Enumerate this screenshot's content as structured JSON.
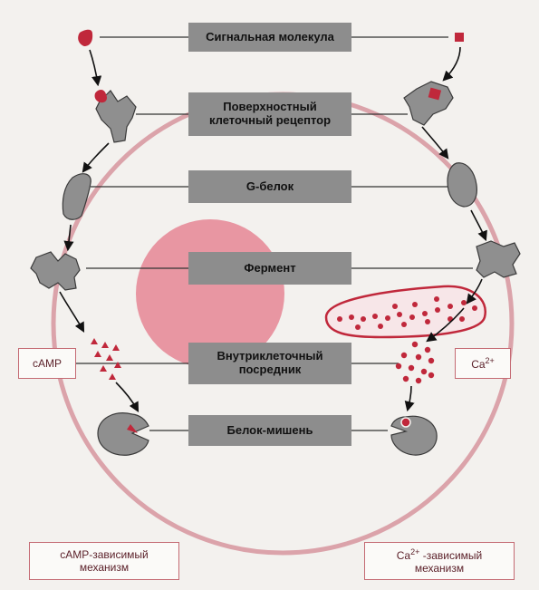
{
  "labels": {
    "signal_molecule": "Сигнальная молекула",
    "surface_receptor_line1": "Поверхностный",
    "surface_receptor_line2": "клеточный рецептор",
    "g_protein": "G-белок",
    "enzyme": "Фермент",
    "second_messenger_line1": "Внутриклеточный",
    "second_messenger_line2": "посредник",
    "target_protein": "Белок-мишень"
  },
  "side_labels": {
    "camp": "cAMP",
    "ca_base": "Ca",
    "ca_sup": "2+"
  },
  "mechanisms": {
    "camp_line1": "cAMP-зависимый",
    "camp_line2": "механизм",
    "ca_base": "Ca",
    "ca_sup": "2+",
    "ca_line1_rest": " -зависимый",
    "ca_line2": "механизм"
  },
  "colors": {
    "membrane": "#dba3aa",
    "nucleus": "#e5909d",
    "signal": "#c0283b",
    "protein_gray": "#8f8f8f",
    "label_box": "#8d8d8d"
  }
}
